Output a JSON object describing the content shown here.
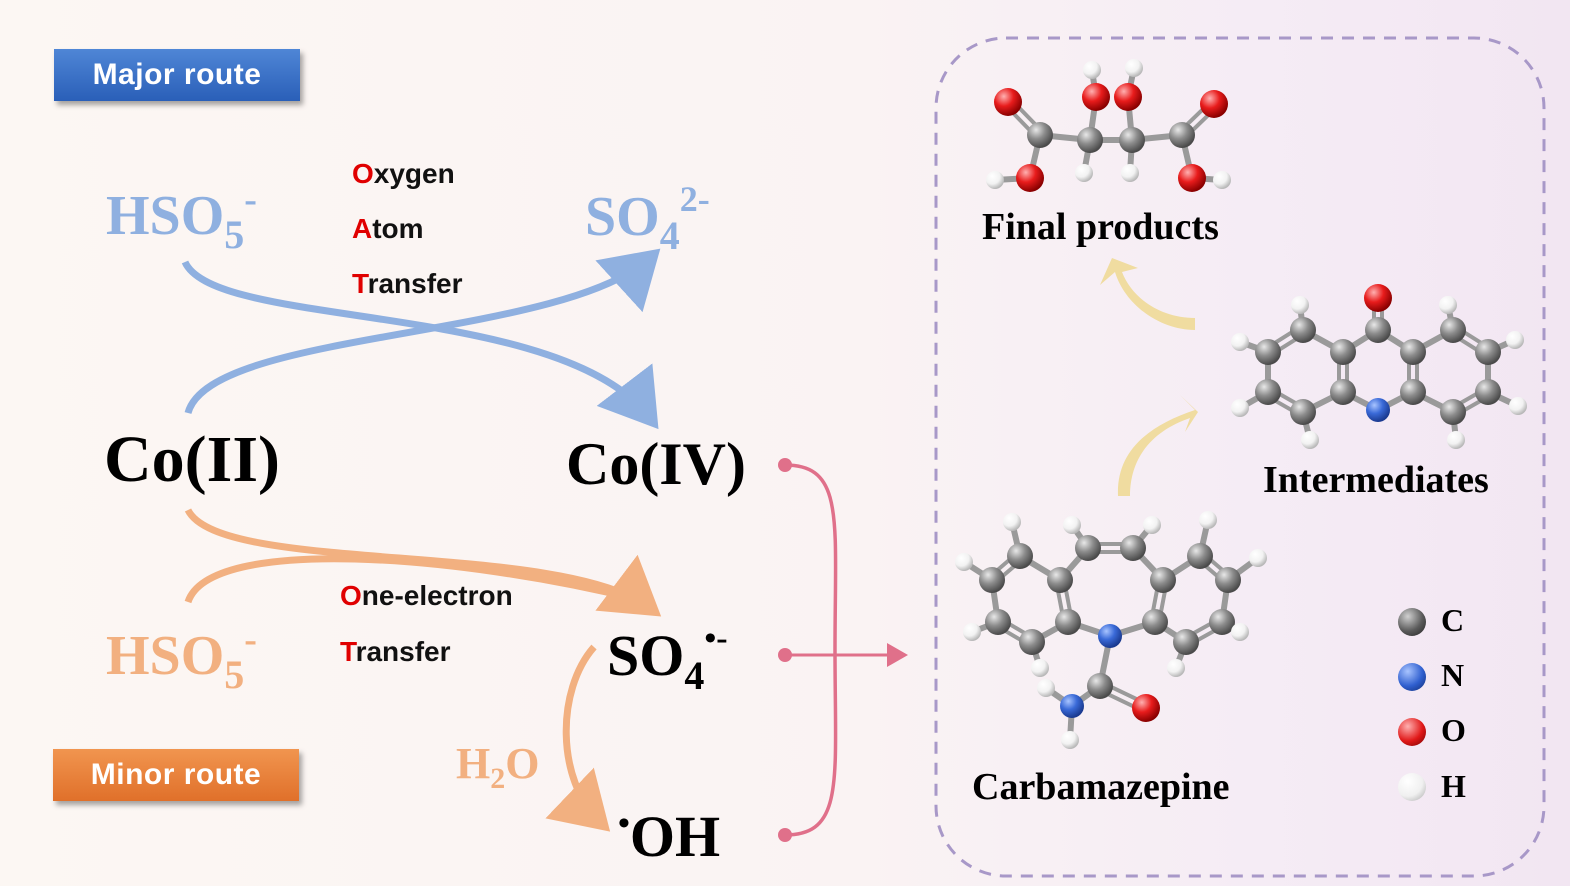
{
  "badges": {
    "major": "Major route",
    "minor": "Minor route"
  },
  "species": {
    "hso5_top": {
      "base": "HSO",
      "sub": "5",
      "sup": "-"
    },
    "so4_top": {
      "base": "SO",
      "sub": "4",
      "sup": "2-"
    },
    "co2": "Co(II)",
    "co4": "Co(IV)",
    "hso5_bottom": {
      "base": "HSO",
      "sub": "5",
      "sup": "-"
    },
    "so4_radical": {
      "base": "SO",
      "sub": "4",
      "sup": "•-"
    },
    "oh_radical": {
      "dot": "•",
      "text": "OH"
    },
    "h2o": {
      "a": "H",
      "sub": "2",
      "b": "O"
    }
  },
  "oat_lines": [
    {
      "initial": "O",
      "rest": "xygen"
    },
    {
      "initial": "A",
      "rest": "tom"
    },
    {
      "initial": "T",
      "rest": "ransfer"
    }
  ],
  "oet_lines": [
    {
      "initial": "O",
      "rest": "ne-electron"
    },
    {
      "initial": "T",
      "rest": "ransfer"
    }
  ],
  "molecules": {
    "final": "Final products",
    "intermediates": "Intermediates",
    "carbamazepine": "Carbamazepine"
  },
  "legend": [
    {
      "label": "C",
      "color": "#555555"
    },
    {
      "label": "N",
      "color": "#2f5fcf"
    },
    {
      "label": "O",
      "color": "#e01818"
    },
    {
      "label": "H",
      "color": "#f4f4f4"
    }
  ],
  "colors": {
    "major": "#8fb0e0",
    "minor": "#f2b080",
    "pink": "#e0708a",
    "accent_red": "#e00000",
    "flow_arrow": "#f0dca0",
    "box_border": "#a898c8"
  }
}
